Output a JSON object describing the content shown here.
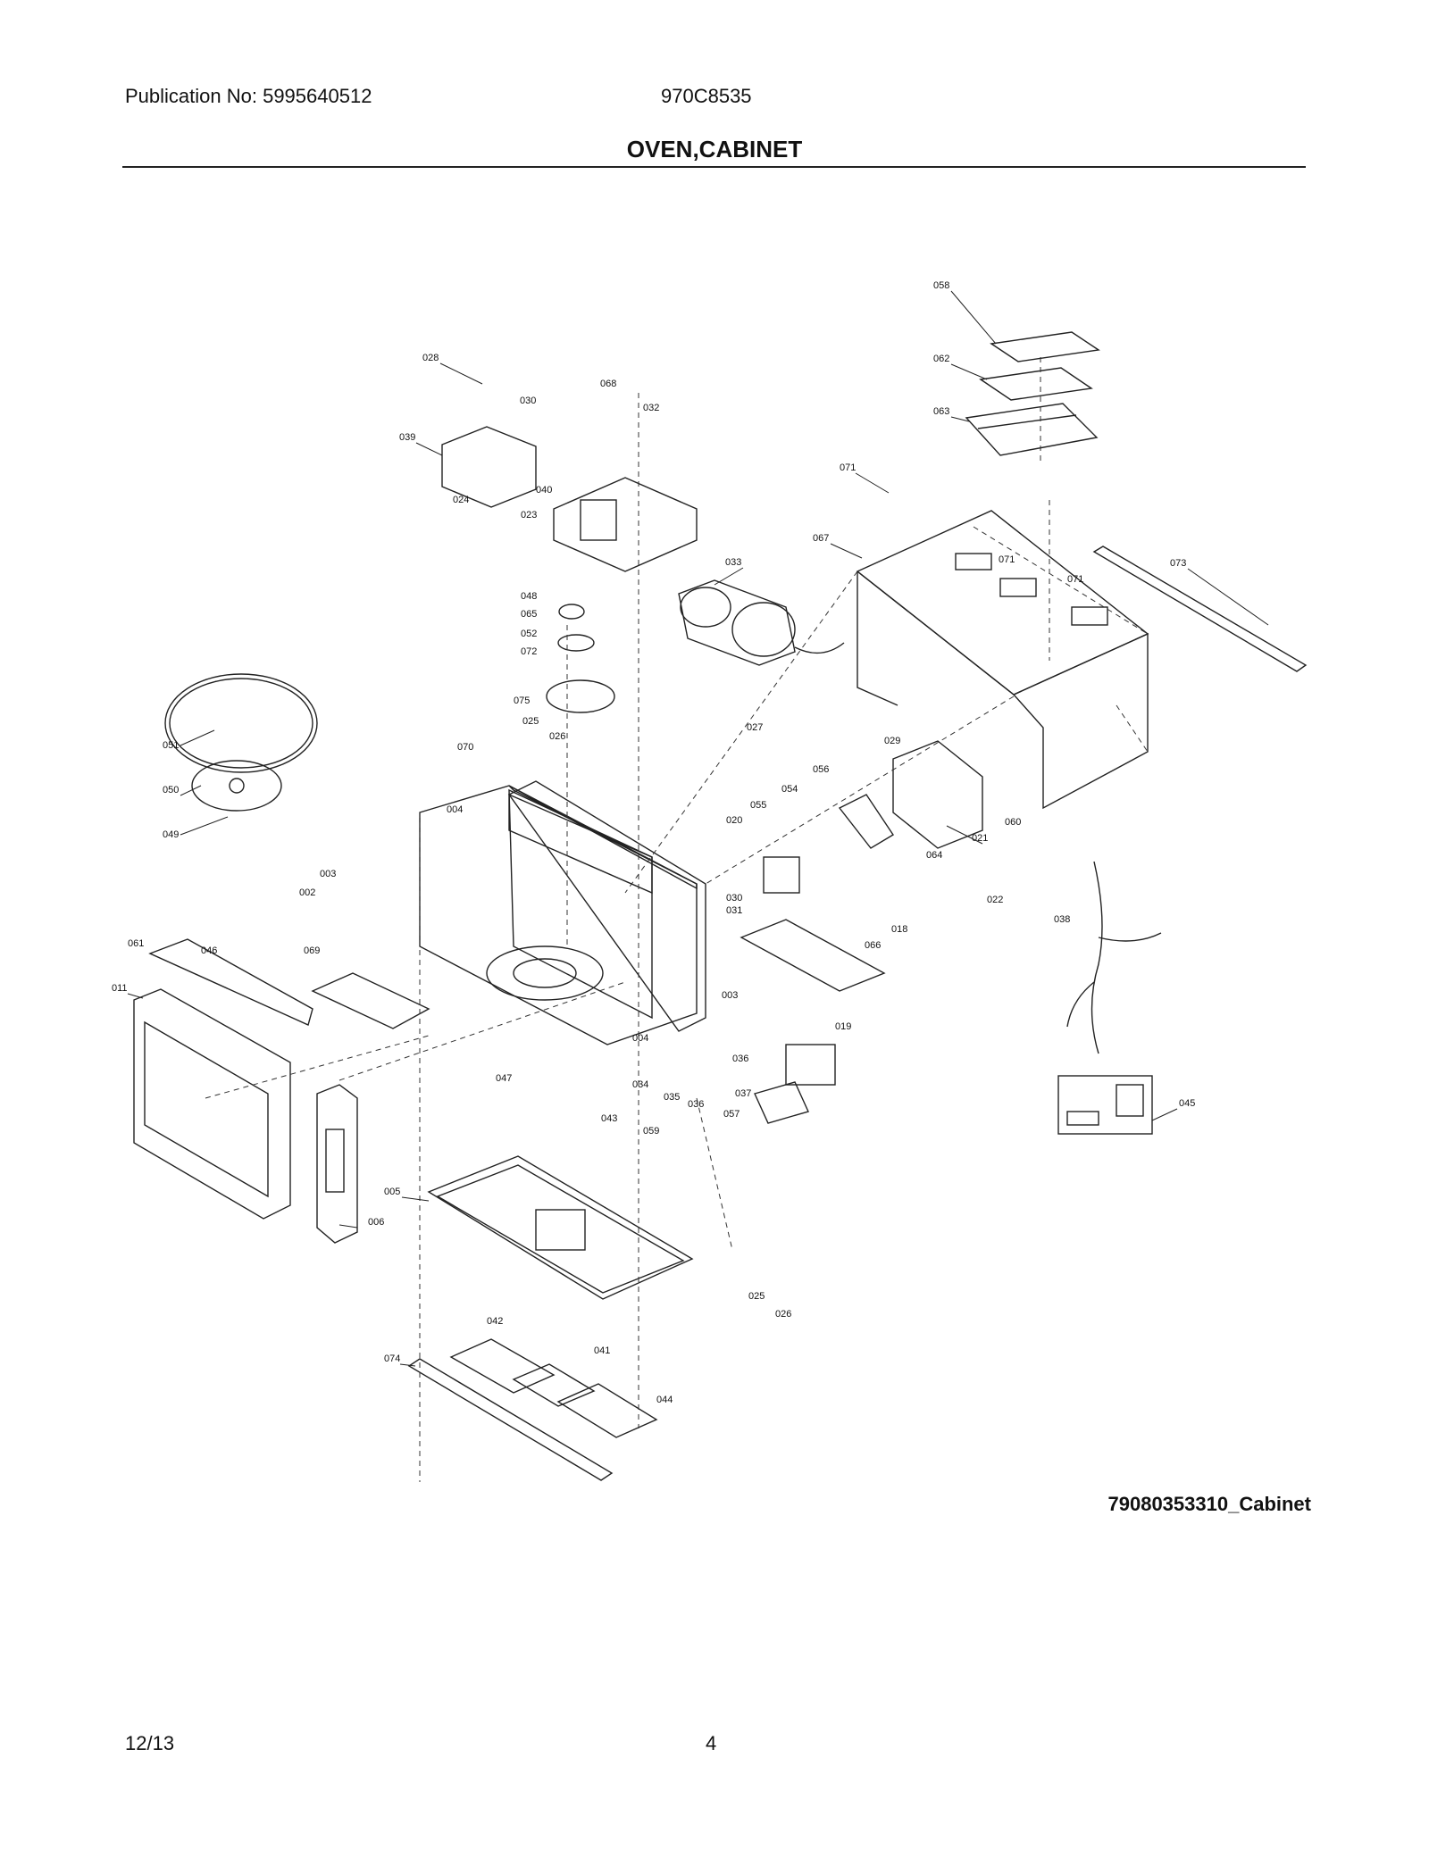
{
  "header": {
    "publication": "Publication No: 5995640512",
    "model": "970C8535",
    "title": "OVEN,CABINET"
  },
  "diagram": {
    "callouts": [
      "058",
      "062",
      "063",
      "071",
      "067",
      "071",
      "071",
      "073",
      "028",
      "068",
      "030",
      "032",
      "039",
      "040",
      "024",
      "023",
      "033",
      "048",
      "065",
      "052",
      "072",
      "075",
      "051",
      "025",
      "026",
      "027",
      "070",
      "050",
      "049",
      "004",
      "003",
      "002",
      "029",
      "056",
      "054",
      "055",
      "020",
      "021",
      "060",
      "064",
      "022",
      "030",
      "031",
      "018",
      "066",
      "061",
      "046",
      "069",
      "011",
      "003",
      "004",
      "036",
      "047",
      "034",
      "035",
      "036",
      "037",
      "019",
      "038",
      "045",
      "057",
      "043",
      "059",
      "005",
      "006",
      "025",
      "026",
      "042",
      "041",
      "074",
      "044"
    ]
  },
  "figure_id": "79080353310_Cabinet",
  "footer": {
    "date": "12/13",
    "page": "4"
  }
}
